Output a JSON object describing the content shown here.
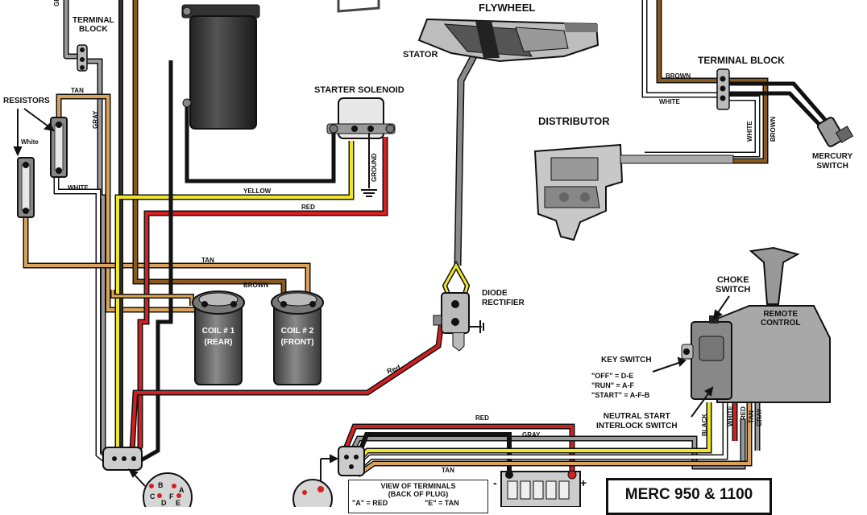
{
  "title": "MERC 950 & 1100",
  "components": {
    "flywheel": "FLYWHEEL",
    "stator": "STATOR",
    "terminal_block_left": "TERMINAL\nBLOCK",
    "terminal_block_right": "TERMINAL BLOCK",
    "resistors": "RESISTORS",
    "starter_solenoid": "STARTER SOLENOID",
    "distributor": "DISTRIBUTOR",
    "mercury_switch": "MERCURY\nSWITCH",
    "diode_rectifier": "DIODE\nRECTIFIER",
    "coil1": "COIL # 1\n(REAR)",
    "coil2": "COIL # 2\n(FRONT)",
    "choke_switch": "CHOKE\nSWITCH",
    "remote_control": "REMOTE\nCONTROL",
    "key_switch": "KEY SWITCH",
    "neutral_start": "NEUTRAL START\nINTERLOCK SWITCH"
  },
  "wire_labels": {
    "gray_left": "GRAY",
    "gray_mid": "GRAY",
    "gray_bottom": "GRAY",
    "gray_remote": "GRAY",
    "tan_top": "TAN",
    "tan_mid": "TAN",
    "tan_bottom": "TAN",
    "tan_remote": "TAN",
    "white_resistor": "White",
    "white_left": "WHITE",
    "white_right": "WHITE",
    "white_right_vertical": "WHITE",
    "white_remote": "WHITE",
    "brown_right": "BROWN",
    "brown_right_vertical": "BROWN",
    "brown_coil": "BROWN",
    "yellow": "YELLOW",
    "red_top": "RED",
    "red_diag": "Red",
    "red_bottom": "RED",
    "red_remote": "RED",
    "black_remote": "BLACK",
    "ground": "GROUND"
  },
  "key_switch_positions": [
    "\"OFF\" = D-E",
    "\"RUN\" = A-F",
    "\"START\" = A-F-B"
  ],
  "plug_view": {
    "title": "VIEW OF TERMINALS\n(BACK OF PLUG)",
    "a": "\"A\" = RED",
    "e": "\"E\" = TAN"
  },
  "plug_letters": [
    "B",
    "A",
    "C",
    "F",
    "D",
    "E"
  ],
  "colors": {
    "red": "#d42020",
    "yellow": "#f0e62a",
    "tan": "#d9a35a",
    "brown": "#8b5a1e",
    "gray": "#8a8a8a",
    "black": "#111111",
    "white": "#ffffff"
  }
}
